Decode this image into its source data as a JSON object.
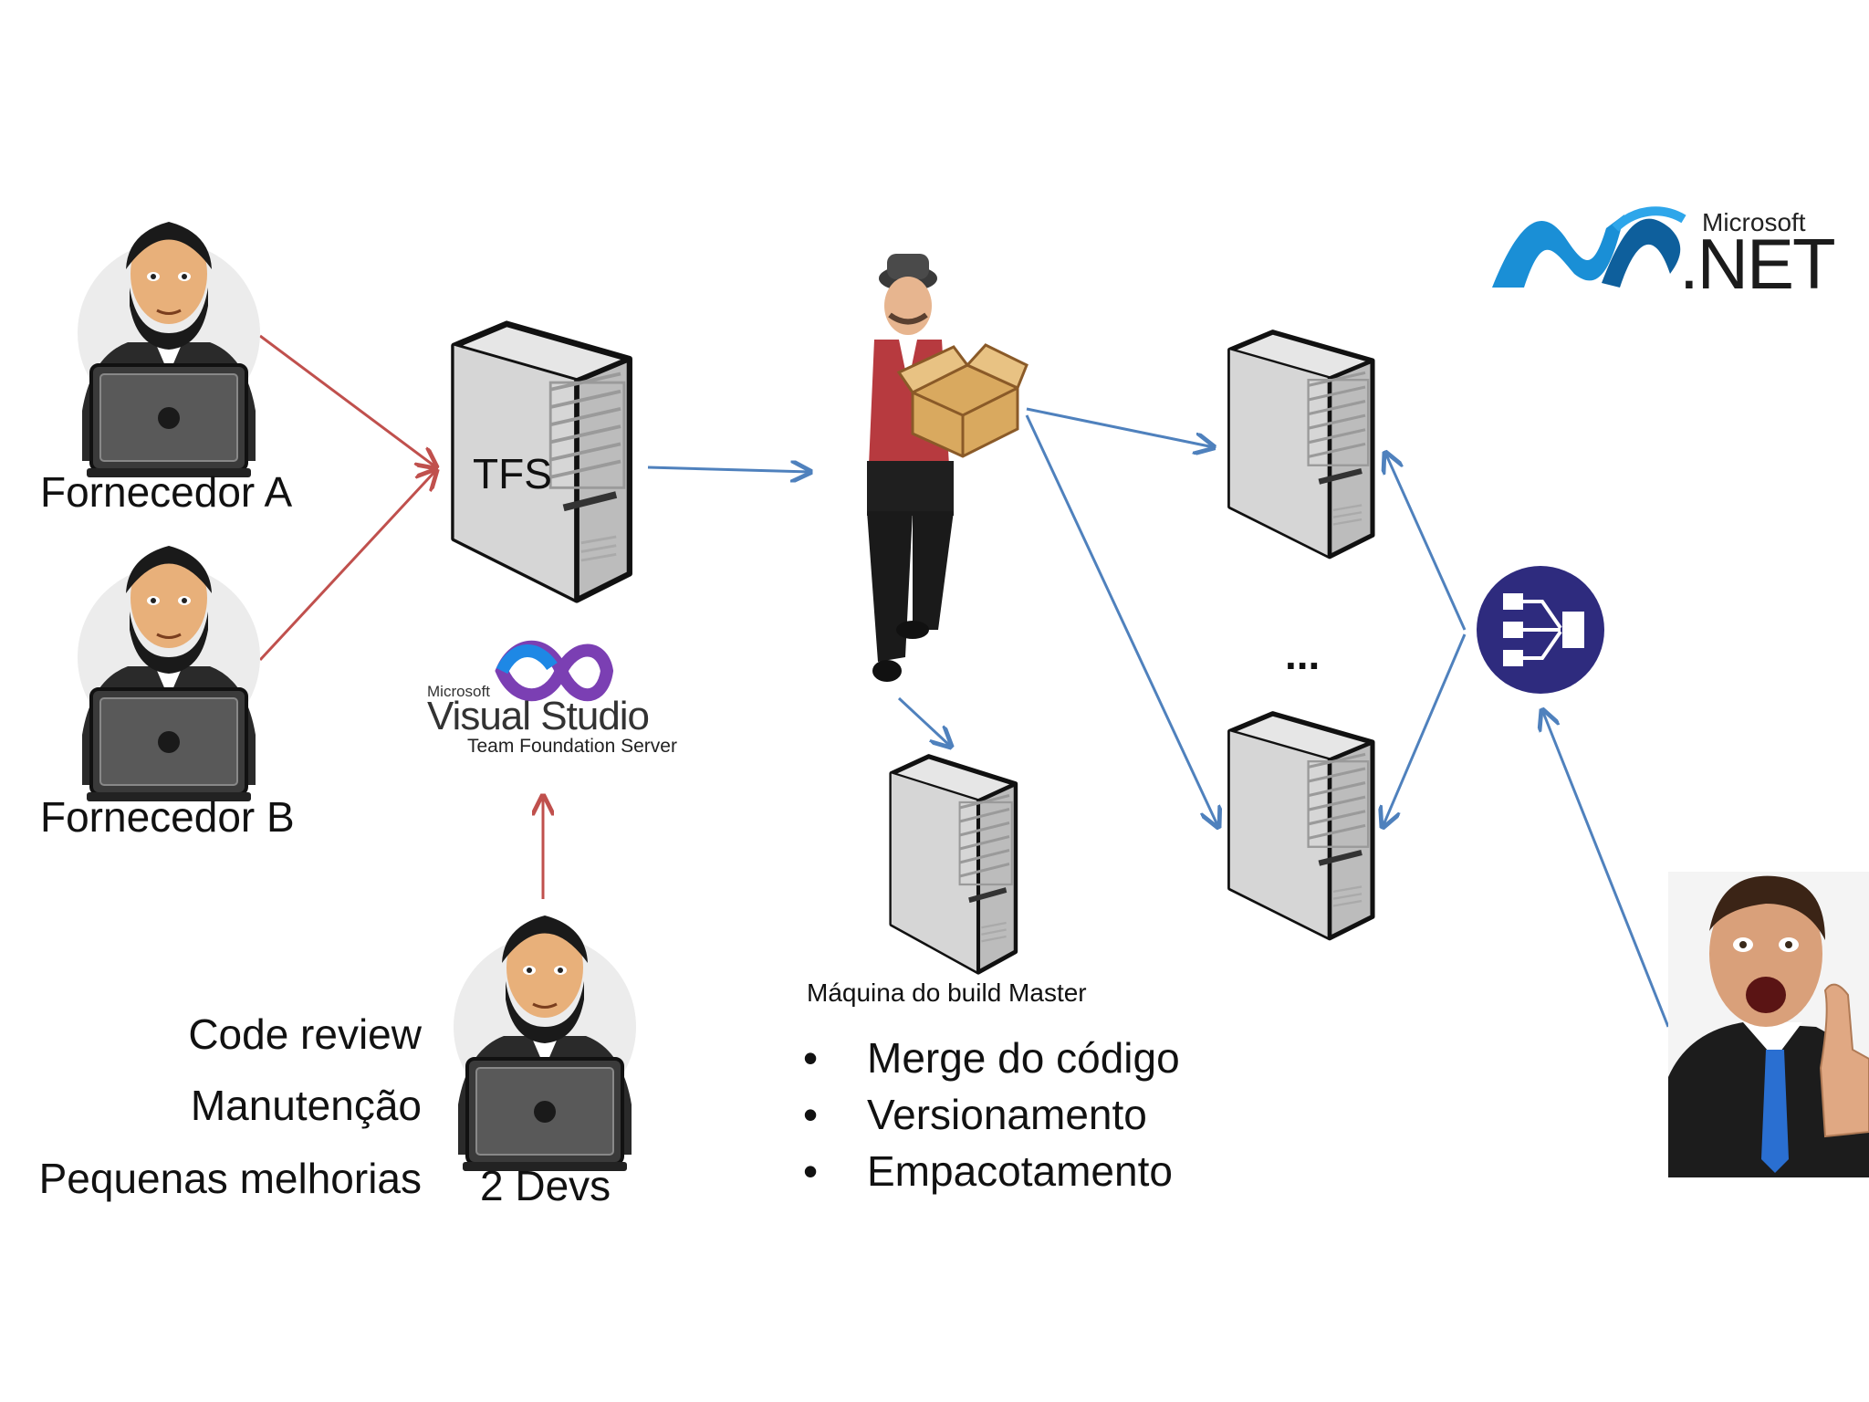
{
  "nodes": {
    "fornecedor_a": {
      "label": "Fornecedor A"
    },
    "fornecedor_b": {
      "label": "Fornecedor B"
    },
    "tfs": {
      "label": "TFS"
    },
    "devs": {
      "label": "2 Devs"
    },
    "build_machine": {
      "label": "Máquina do build Master"
    },
    "servers_ellipsis": {
      "label": "..."
    }
  },
  "dev_tasks": [
    "Code review",
    "Manutenção",
    "Pequenas melhorias"
  ],
  "build_tasks": [
    "Merge do código",
    "Versionamento",
    "Empacotamento"
  ],
  "logos": {
    "visual_studio": {
      "small": "Microsoft",
      "name": "Visual Studio",
      "sub": "Team Foundation Server"
    },
    "dotnet": {
      "small": "Microsoft",
      "name": ".NET"
    }
  },
  "colors": {
    "red_arrow": "#c0504d",
    "blue_arrow": "#4f81bd",
    "load_balancer": "#2e2b7e",
    "server_body": "#d9d9d9"
  },
  "icons": [
    "developer-laptop-icon",
    "server-tower-icon",
    "build-master-figure-icon",
    "package-box-icon",
    "load-balancer-icon",
    "happy-user-icon"
  ]
}
